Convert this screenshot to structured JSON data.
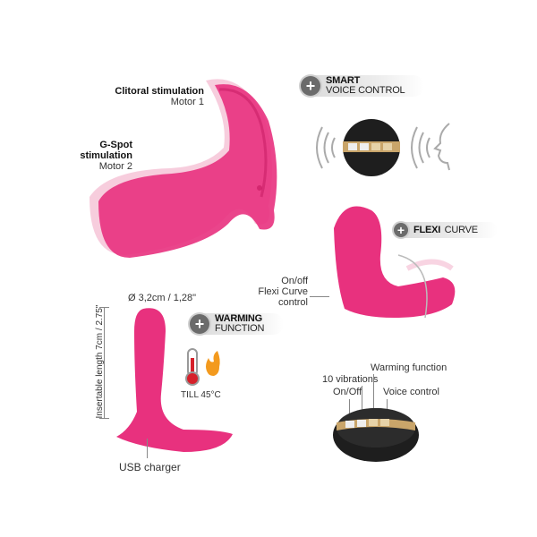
{
  "main_product": {
    "clitoral_label_bold": "Clitoral stimulation",
    "clitoral_motor": "Motor 1",
    "gspot_label_bold": "G-Spot stimulation",
    "gspot_motor": "Motor 2"
  },
  "voice_badge": {
    "icon": "plus-icon",
    "line1": "SMART",
    "line2": "VOICE CONTROL"
  },
  "flexi_badge": {
    "icon": "plus-icon",
    "bold": "FLEXI",
    "regular": "CURVE"
  },
  "flexi_control_label": [
    "On/off",
    "Flexi Curve",
    "control"
  ],
  "dimensions": {
    "diameter": "Ø 3,2cm / 1,28\"",
    "insertable_length": "Insertable length 7cm / 2.75\""
  },
  "warming_badge": {
    "icon": "plus-icon",
    "line1": "WARMING",
    "line2": "FUNCTION"
  },
  "temperature_label": "TILL 45°C",
  "usb_label": "USB charger",
  "remote_labels": {
    "vibrations": "10 vibrations",
    "on_off": "On/Off",
    "warming": "Warming function",
    "voice": "Voice control"
  },
  "colors": {
    "product_pink": "#e8317e",
    "remote_black": "#1e1e1e",
    "gold_band": "#c9a56a",
    "thermometer_red": "#d6202a",
    "flame_orange": "#f39a1e"
  }
}
